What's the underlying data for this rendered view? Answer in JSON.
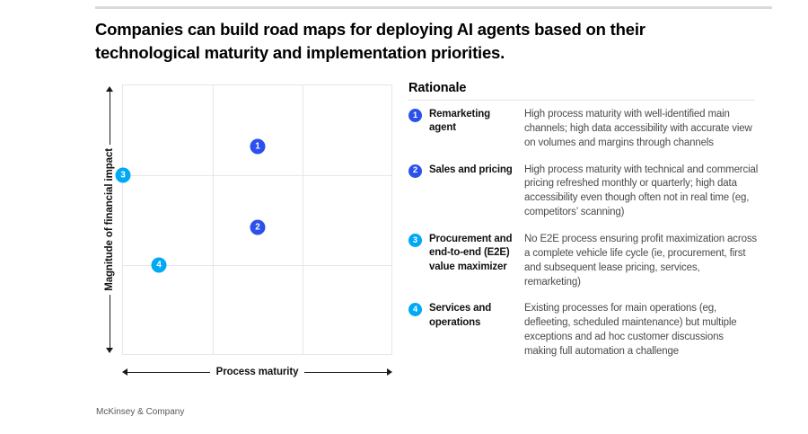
{
  "headline": "Companies can build road maps for deploying AI agents based on their technological maturity and implementation priorities.",
  "footer": "McKinsey & Company",
  "colors": {
    "royal_blue": "#2B50EC",
    "cyan_blue": "#00A9F4",
    "grid": "#e6e6e6",
    "axis": "#1a1a1a",
    "body_text": "#4a4a4a"
  },
  "rationale": {
    "title": "Rationale",
    "rows": [
      {
        "number": "1",
        "name": "Remarketing agent",
        "description": "High process maturity with well-identified main channels; high data accessibility with accurate view on volumes and margins through channels",
        "color": "#2B50EC"
      },
      {
        "number": "2",
        "name": "Sales and pricing",
        "description": "High process maturity with technical and commercial pricing refreshed monthly or quarterly; high data accessibility even though often not in real time (eg, competitors’ scanning)",
        "color": "#2B50EC"
      },
      {
        "number": "3",
        "name": "Procurement and end-to-end (E2E) value maximizer",
        "description": "No E2E process ensuring profit maximization across a complete vehicle life cycle (ie, procurement, first and subsequent lease pricing, services, remarketing)",
        "color": "#00A9F4"
      },
      {
        "number": "4",
        "name": "Services and operations",
        "description": "Existing processes for main operations (eg, defleeting, scheduled maintenance) but multiple exceptions and ad hoc customer discussions making full automation a challenge",
        "color": "#00A9F4"
      }
    ]
  },
  "chart_data": {
    "type": "scatter",
    "title": "",
    "xlabel": "Process maturity",
    "ylabel": "Magnitude of financial impact",
    "xlim": [
      0,
      3
    ],
    "ylim": [
      0,
      3
    ],
    "grid": true,
    "grid_divisions": 3,
    "axis_ticks": false,
    "legend": "none",
    "points": [
      {
        "label": "1",
        "name": "Remarketing agent",
        "x": 1.5,
        "y": 2.32,
        "color": "#2B50EC"
      },
      {
        "label": "2",
        "name": "Sales and pricing",
        "x": 1.5,
        "y": 1.42,
        "color": "#2B50EC"
      },
      {
        "label": "3",
        "name": "Procurement and end-to-end (E2E) value maximizer",
        "x": 0.0,
        "y": 2.0,
        "color": "#00A9F4"
      },
      {
        "label": "4",
        "name": "Services and operations",
        "x": 0.4,
        "y": 1.0,
        "color": "#00A9F4"
      }
    ]
  }
}
